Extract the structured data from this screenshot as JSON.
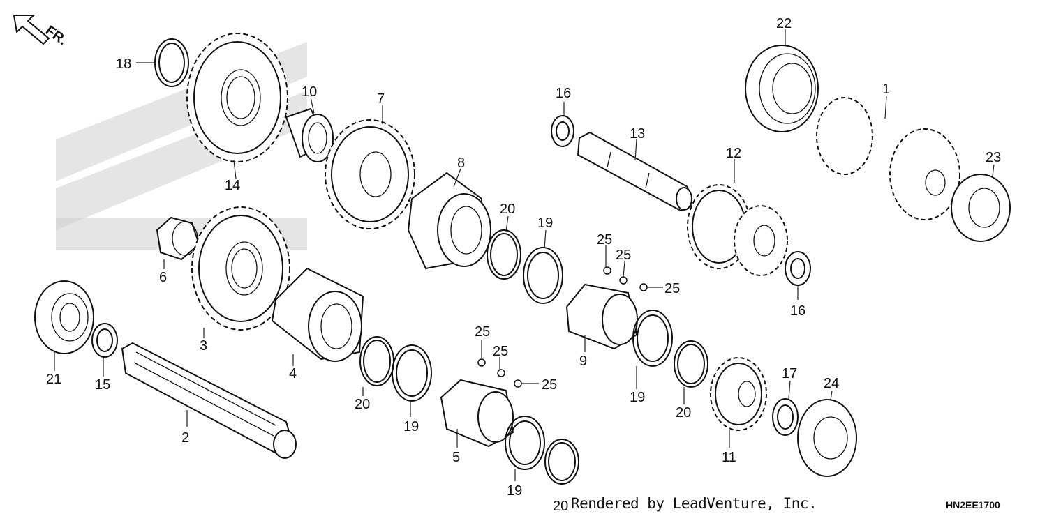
{
  "diagram": {
    "direction_marker": "FR.",
    "credit": "Rendered by LeadVenture, Inc.",
    "drawing_code": "HN2EE1700",
    "callouts": [
      {
        "id": "c1",
        "text": "1"
      },
      {
        "id": "c2",
        "text": "2"
      },
      {
        "id": "c3",
        "text": "3"
      },
      {
        "id": "c4",
        "text": "4"
      },
      {
        "id": "c5",
        "text": "5"
      },
      {
        "id": "c6",
        "text": "6"
      },
      {
        "id": "c7",
        "text": "7"
      },
      {
        "id": "c8",
        "text": "8"
      },
      {
        "id": "c9",
        "text": "9"
      },
      {
        "id": "c10",
        "text": "10"
      },
      {
        "id": "c11",
        "text": "11"
      },
      {
        "id": "c12",
        "text": "12"
      },
      {
        "id": "c13",
        "text": "13"
      },
      {
        "id": "c14",
        "text": "14"
      },
      {
        "id": "c15",
        "text": "15"
      },
      {
        "id": "c16a",
        "text": "16"
      },
      {
        "id": "c16b",
        "text": "16"
      },
      {
        "id": "c17",
        "text": "17"
      },
      {
        "id": "c18",
        "text": "18"
      },
      {
        "id": "c19a",
        "text": "19"
      },
      {
        "id": "c19b",
        "text": "19"
      },
      {
        "id": "c19c",
        "text": "19"
      },
      {
        "id": "c19d",
        "text": "19"
      },
      {
        "id": "c20a",
        "text": "20"
      },
      {
        "id": "c20b",
        "text": "20"
      },
      {
        "id": "c20c",
        "text": "20"
      },
      {
        "id": "c20d",
        "text": "20"
      },
      {
        "id": "c21",
        "text": "21"
      },
      {
        "id": "c22",
        "text": "22"
      },
      {
        "id": "c23",
        "text": "23"
      },
      {
        "id": "c24",
        "text": "24"
      },
      {
        "id": "c25a",
        "text": "25"
      },
      {
        "id": "c25b",
        "text": "25"
      },
      {
        "id": "c25c",
        "text": "25"
      },
      {
        "id": "c25d",
        "text": "25"
      },
      {
        "id": "c25e",
        "text": "25"
      },
      {
        "id": "c25f",
        "text": "25"
      }
    ]
  }
}
